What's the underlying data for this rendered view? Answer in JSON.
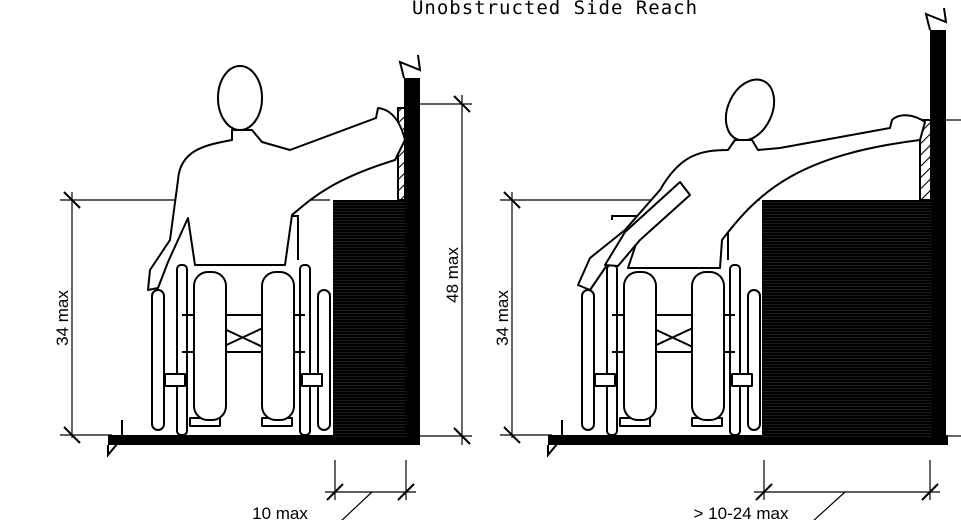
{
  "title": "Unobstructed Side Reach",
  "panels": [
    {
      "name": "left",
      "height_label": "34 max",
      "reach_label": "48 max",
      "depth_label": "10 max"
    },
    {
      "name": "right",
      "height_label": "34 max",
      "depth_label": "> 10-24 max"
    }
  ]
}
